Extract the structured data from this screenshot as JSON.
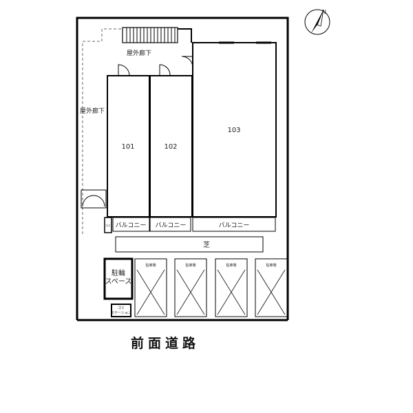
{
  "compass": {
    "north_label": "N",
    "icon": "north-arrow-icon"
  },
  "corridors": {
    "top": "屋外廊下",
    "left": "屋外廊下"
  },
  "units": [
    {
      "name": "101"
    },
    {
      "name": "102"
    },
    {
      "name": "103"
    }
  ],
  "balconies": [
    "バルコニー",
    "バルコニー",
    "バルコニー"
  ],
  "lawn": "芝",
  "bike_parking": {
    "line1": "駐輪",
    "line2": "スペース"
  },
  "parking_label": "駐車場",
  "utility_label": "ゴミ",
  "meter_label": {
    "line1": "ゴミ",
    "line2": "ステーション"
  },
  "road": "前面道路",
  "colors": {
    "line": "#000000",
    "thin": "#333333",
    "fill": "#ffffff"
  }
}
